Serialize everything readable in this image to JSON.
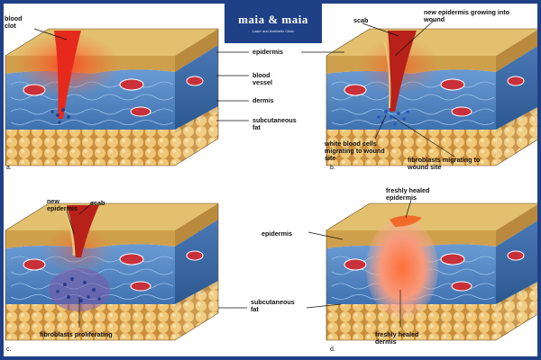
{
  "logo": {
    "name": "maia & maia",
    "tagline": "Laser and Aesthetic Clinic"
  },
  "panels": {
    "a": {
      "letter": "a.",
      "blood_clot": "blood clot",
      "epidermis": "epidermis",
      "blood_vessel": "blood vessel",
      "dermis": "dermis",
      "subcutaneous_fat": "subcutaneous fat"
    },
    "b": {
      "letter": "b.",
      "scab": "scab",
      "new_epidermis": "new epidermis growing into wound",
      "white_blood_cells": "white blood cells migrating to wound site",
      "fibroblasts": "fibroblasts migrating to wound site"
    },
    "c": {
      "letter": "c.",
      "new_epidermis": "new epidermis",
      "scab": "scab",
      "fibroblasts": "fibroblasts proliferating"
    },
    "d": {
      "letter": "d.",
      "healed_epidermis": "freshly healed epidermis",
      "epidermis": "epidermis",
      "subcutaneous_fat": "subcutaneous fat",
      "healed_dermis": "freshly healed dermis"
    }
  },
  "colors": {
    "frame": "#1f3f86",
    "epidermis": "#d8b25c",
    "dermis": "#4f86c6",
    "fat": "#e9bf6e",
    "wound": "#d7261c"
  }
}
